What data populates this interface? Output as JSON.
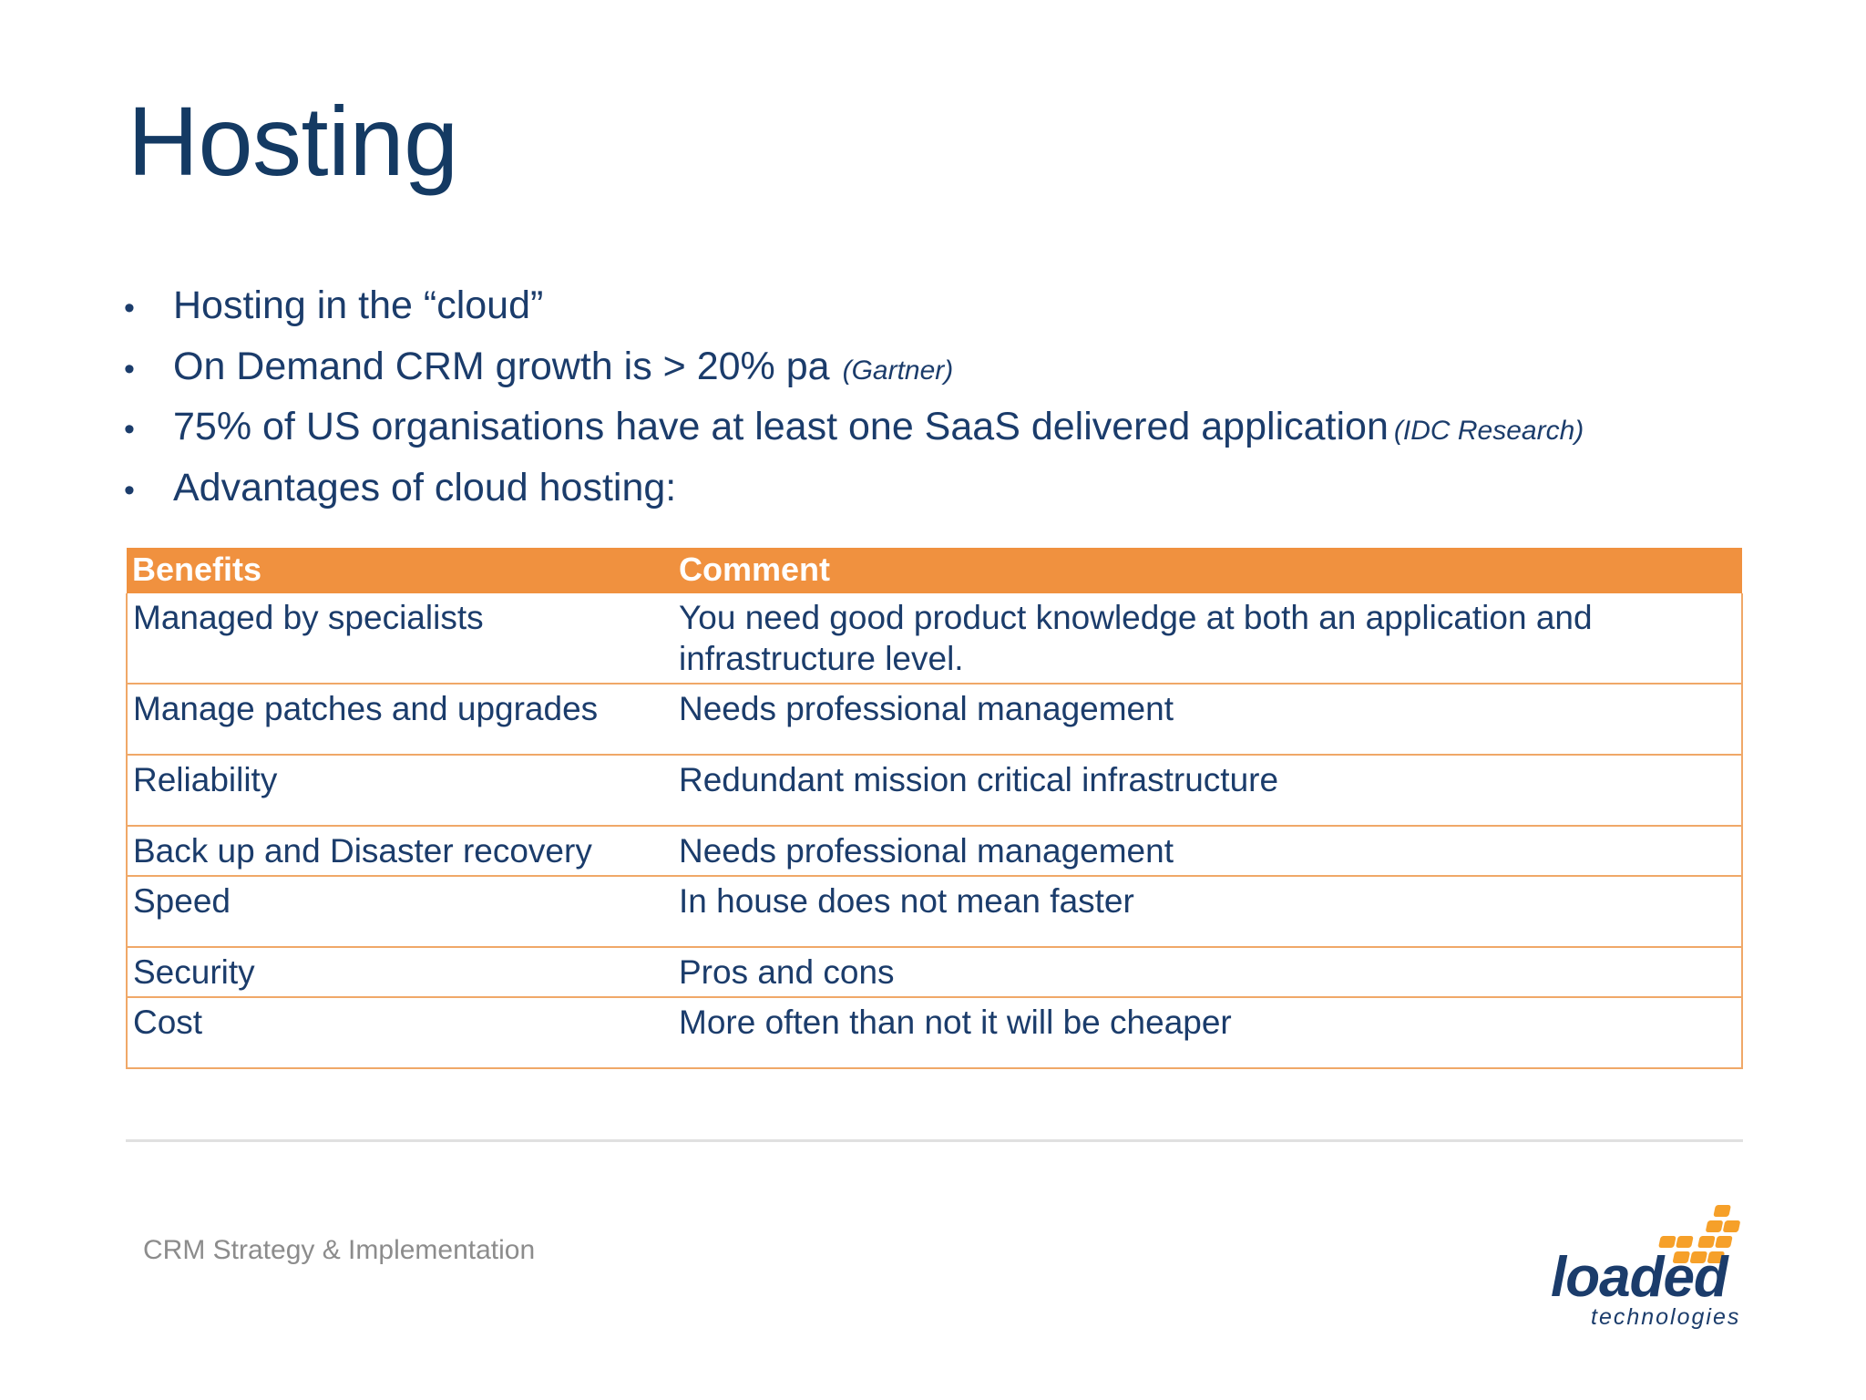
{
  "slide": {
    "title": "Hosting",
    "bullet_marker": "•",
    "bullets": [
      {
        "text": "Hosting in the “cloud”",
        "citation": ""
      },
      {
        "text": "On Demand CRM growth is > 20% pa",
        "citation": "(Gartner)"
      },
      {
        "text": "75% of US organisations have at least one SaaS delivered application",
        "citation": "(IDC Research)"
      },
      {
        "text": "Advantages of cloud hosting:",
        "citation": ""
      }
    ]
  },
  "table": {
    "headers": [
      "Benefits",
      "Comment"
    ],
    "rows": [
      {
        "benefit": "Managed by specialists",
        "comment": "You need good product knowledge at both an application and infrastructure level."
      },
      {
        "benefit": "Manage patches and upgrades",
        "comment": "Needs professional management"
      },
      {
        "benefit": "Reliability",
        "comment": "Redundant mission critical infrastructure"
      },
      {
        "benefit": "Back up and Disaster recovery",
        "comment": "Needs professional management"
      },
      {
        "benefit": "Speed",
        "comment": "In house does not mean faster"
      },
      {
        "benefit": "Security",
        "comment": "Pros and cons"
      },
      {
        "benefit": "Cost",
        "comment": "More often than not it will be cheaper"
      }
    ]
  },
  "footer": {
    "text": "CRM Strategy & Implementation"
  },
  "logo": {
    "name": "loaded",
    "tagline": "technologies"
  },
  "colors": {
    "navy": "#1B3C6B",
    "title_navy": "#143A63",
    "orange_header": "#F0913F",
    "orange_border": "#F0A868",
    "footer_grey": "#8C8C8C",
    "rule_grey": "#E0E0E0",
    "logo_orange": "#F6A029",
    "logo_navy": "#1B3C6B"
  }
}
